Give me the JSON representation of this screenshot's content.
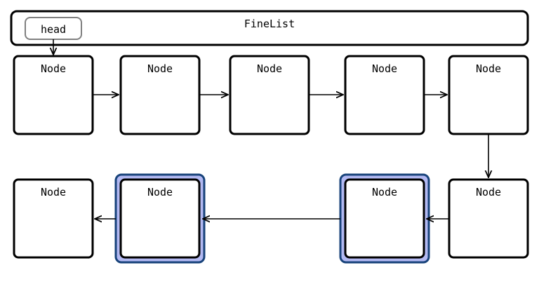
{
  "list": {
    "title": "FineList",
    "head_label": "head"
  },
  "nodes": [
    {
      "label": "Node",
      "highlighted": false
    },
    {
      "label": "Node",
      "highlighted": false
    },
    {
      "label": "Node",
      "highlighted": false
    },
    {
      "label": "Node",
      "highlighted": false
    },
    {
      "label": "Node",
      "highlighted": false
    },
    {
      "label": "Node",
      "highlighted": false
    },
    {
      "label": "Node",
      "highlighted": true
    },
    {
      "label": "Node",
      "highlighted": false
    },
    {
      "label": "Node",
      "highlighted": true
    },
    {
      "label": "Node",
      "highlighted": false
    }
  ],
  "colors": {
    "stroke": "#000000",
    "head_stroke": "#808080",
    "highlight_fill": "#b3b9f2",
    "highlight_stroke": "#17427a",
    "background": "#ffffff"
  }
}
